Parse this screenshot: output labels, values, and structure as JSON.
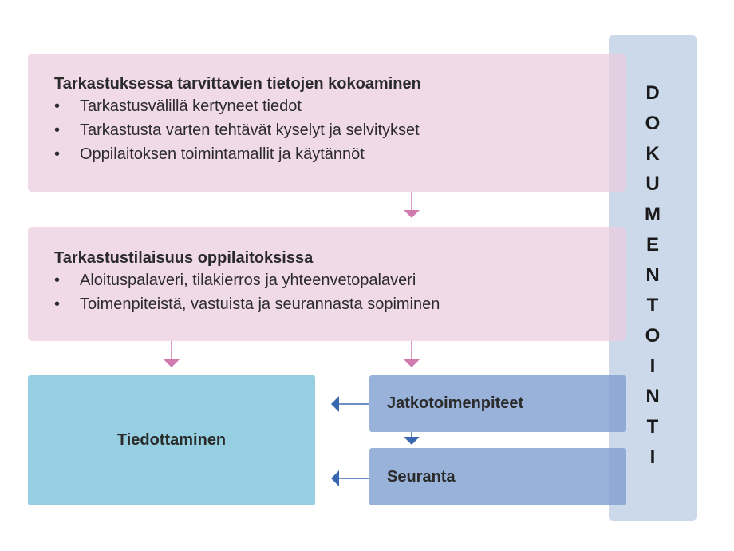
{
  "colors": {
    "pink_box": "#f2dde9",
    "documentation_column": "#cbd9ea",
    "teal_box": "#95cfe1",
    "blue_box": "#98b0d8",
    "pink_arrow": "#d07aae",
    "blue_arrow": "#3a68b0"
  },
  "stage1": {
    "title": "Tarkastuksessa tarvittavien tietojen kokoaminen",
    "items": [
      "Tarkastusvälillä kertyneet tiedot",
      "Tarkastusta varten tehtävät kyselyt ja selvitykset",
      "Oppilaitoksen toimintamallit ja käytännöt"
    ]
  },
  "stage2": {
    "title": "Tarkastustilaisuus oppilaitoksissa",
    "items": [
      "Aloituspalaveri, tilakierros ja yhteenvetopalaveri",
      "Toimenpiteistä, vastuista ja seurannasta sopiminen"
    ]
  },
  "communication": {
    "label": "Tiedottaminen"
  },
  "followup_actions": {
    "label": "Jatkotoimenpiteet"
  },
  "monitoring": {
    "label": "Seuranta"
  },
  "documentation": {
    "label": "DOKUMENTOINTI",
    "letters": [
      "D",
      "O",
      "K",
      "U",
      "M",
      "E",
      "N",
      "T",
      "O",
      "I",
      "N",
      "T",
      "I"
    ]
  }
}
